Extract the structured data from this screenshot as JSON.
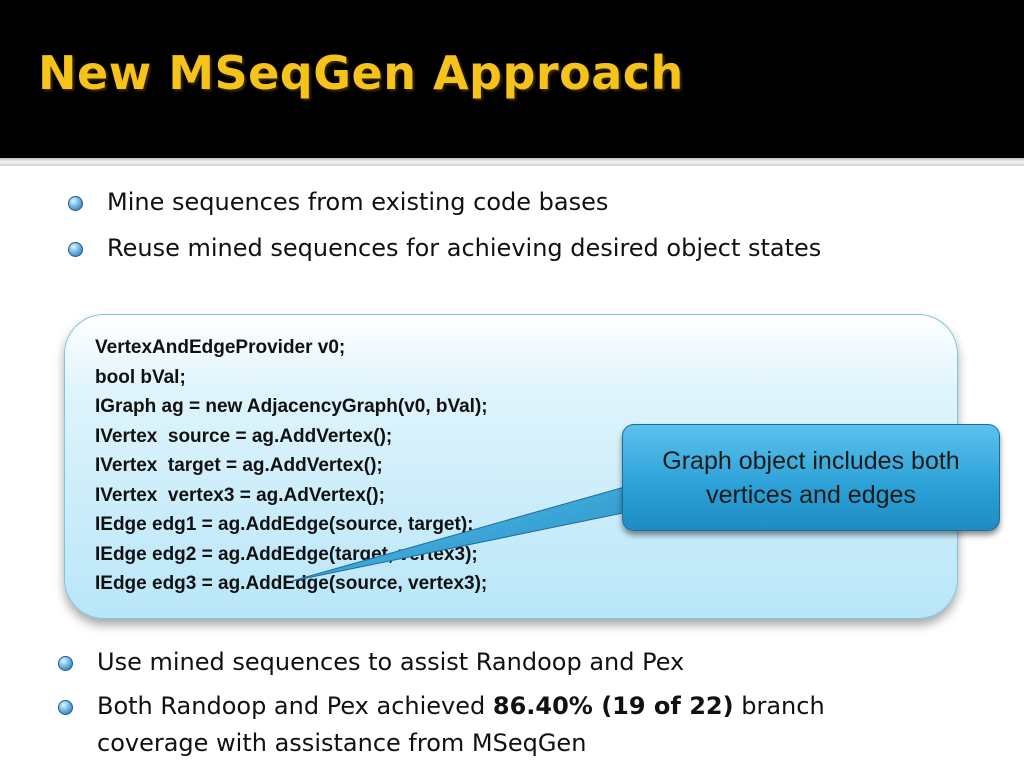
{
  "slide": {
    "title": "New MSeqGen Approach"
  },
  "bullets_top": [
    "Mine sequences from existing code bases",
    "Reuse mined sequences for achieving desired object states"
  ],
  "code_lines": [
    "VertexAndEdgeProvider v0;",
    "bool bVal;",
    "IGraph ag = new AdjacencyGraph(v0, bVal);",
    "IVertex  source = ag.AddVertex();",
    "IVertex  target = ag.AddVertex();",
    "IVertex  vertex3 = ag.AdVertex();",
    "IEdge edg1 = ag.AddEdge(source, target);",
    "IEdge edg2 = ag.AddEdge(target, vertex3);",
    "IEdge edg3 = ag.AddEdge(source, vertex3);"
  ],
  "callout": {
    "text": "Graph object includes both vertices and edges"
  },
  "bullets_bottom": {
    "item1": "Use mined sequences to assist Randoop and Pex",
    "item2_pre": "Both Randoop and Pex achieved ",
    "item2_bold": "86.40% (19 of 22)",
    "item2_post": " branch coverage with assistance from MSeqGen"
  },
  "colors": {
    "title": "#f6c21c",
    "callout": "#2aa0d6",
    "codebox": "#b8e6f8"
  }
}
